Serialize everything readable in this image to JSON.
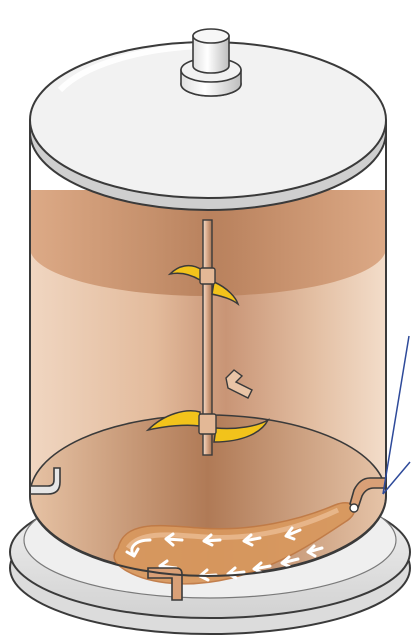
{
  "figure": {
    "labels": [],
    "colors": {
      "liquid_light": "#e9c8ad",
      "liquid_band": "#c9916a",
      "liquid_dark": "#b07a56",
      "metal_light": "#f2f2f2",
      "metal_shadow": "#b8b8b8",
      "outline": "#3a3a3a",
      "impeller_blade": "#f2c31b",
      "flow_stream": "#d8985e",
      "flow_arrows": "#ffffff",
      "pipe": "#d9a077",
      "pointer_lines": "#2e4a9a"
    },
    "components": [
      "lid-cap",
      "tank-lid",
      "tank-wall",
      "liquid",
      "agitator-shaft",
      "upper-impeller",
      "lower-impeller",
      "baffle-pipes",
      "sparger-inlet-pipe",
      "circulation-flow",
      "base-plate",
      "pointer-lines"
    ],
    "impeller_count": 2,
    "flow_arrow_count": 11
  }
}
